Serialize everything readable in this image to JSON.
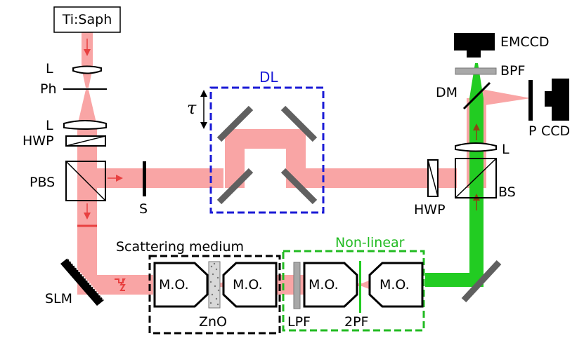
{
  "labels": {
    "laser": "Ti:Saph",
    "lens_top": "L",
    "pinhole": "Ph",
    "lens_2": "L",
    "hwp_left": "HWP",
    "pbs": "PBS",
    "shutter": "S",
    "slm": "SLM",
    "delay_line": "DL",
    "tau": "τ",
    "scattering_title": "Scattering medium",
    "mo_1": "M.O.",
    "mo_2": "M.O.",
    "zno": "ZnO",
    "nonlinear_title": "Non-linear",
    "mo_3": "M.O.",
    "mo_4": "M.O.",
    "lpf": "LPF",
    "two_pf": "2PF",
    "hwp_right": "HWP",
    "bs": "BS",
    "lens_right": "L",
    "dm": "DM",
    "bpf": "BPF",
    "emccd": "EMCCD",
    "polarizer": "P",
    "ccd": "CCD"
  },
  "colors": {
    "beam_red": "#f9a5a5",
    "beam_green": "#22cc22",
    "delay_box": "#1a1ad6",
    "nonlinear_box": "#22bb22",
    "mirror_gray": "#606060",
    "filter_gray": "#a8a8a8",
    "arrow_red": "#e84040"
  }
}
